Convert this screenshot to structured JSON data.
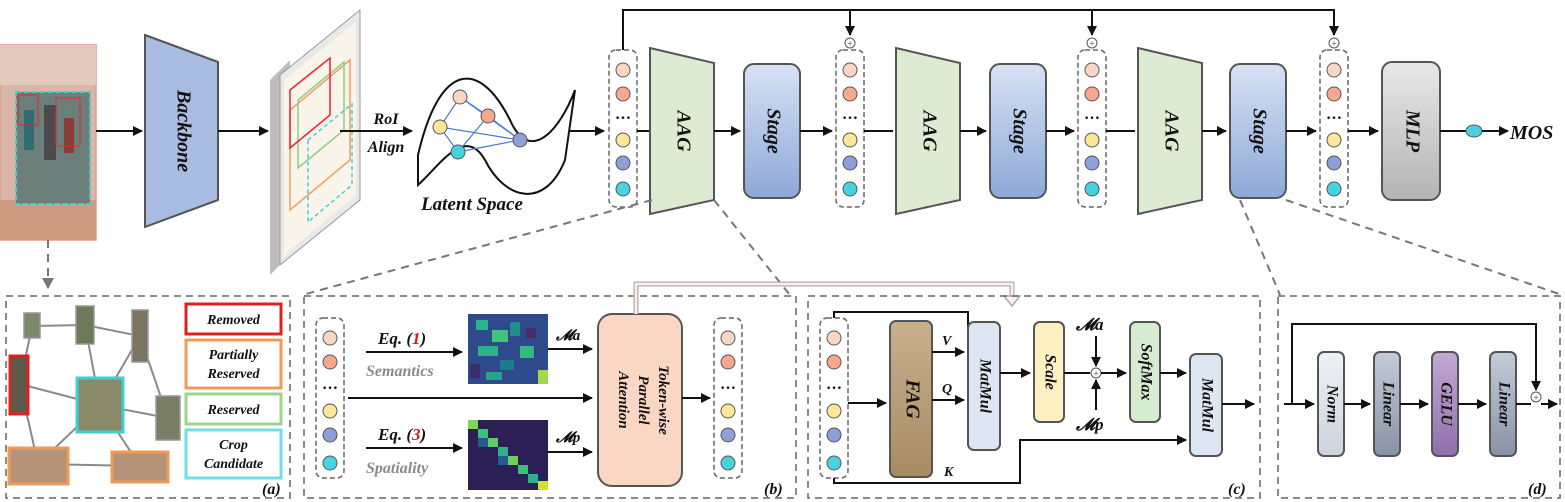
{
  "top": {
    "backbone": "Backbone",
    "roi_line1": "RoI",
    "roi_line2": "Align",
    "latent_space": "Latent Space",
    "aag": "AAG",
    "stage": "Stage",
    "mlp": "MLP",
    "mos": "MOS",
    "dots": "…",
    "plus": "+"
  },
  "panel_a": {
    "tag": "(a)",
    "legend": {
      "removed": "Removed",
      "partial1": "Partially",
      "partial2": "Reserved",
      "reserved": "Reserved",
      "crop1": "Crop",
      "crop2": "Candidate"
    }
  },
  "panel_b": {
    "tag": "(b)",
    "eq1_prefix": "Eq. (",
    "eq1_num": "1",
    "eq1_suffix": ")",
    "eq3_prefix": "Eq. (",
    "eq3_num": "3",
    "eq3_suffix": ")",
    "semantics": "Semantics",
    "spatiality": "Spatiality",
    "ma": "𝓜a",
    "mp": "𝓜p",
    "tpa1": "Token-wise",
    "tpa2": "Parallel",
    "tpa3": "Attention"
  },
  "panel_c": {
    "tag": "(c)",
    "fag": "FAG",
    "v": "V",
    "q": "Q",
    "k": "K",
    "matmul": "MatMul",
    "scale": "Scale",
    "softmax": "SoftMax",
    "ma": "𝓜a",
    "mp": "𝓜p"
  },
  "panel_d": {
    "tag": "(d)",
    "norm": "Norm",
    "linear": "Linear",
    "gelu": "GELU"
  },
  "colors": {
    "backbone": "#a9bde3",
    "aag": "#dcebd2",
    "stage": "#9fb5df",
    "mlp": "#c8c8c8",
    "mos_node": "#46d3df",
    "tpa": "#fad7c4",
    "fag": "#bfa27c",
    "matmul": "#dde7f3",
    "scale": "#fdf0c3",
    "softmax": "#d6ecd0",
    "norm": "#dde2ea",
    "linear": "#9aa5b6",
    "gelu": "#a184b8"
  }
}
